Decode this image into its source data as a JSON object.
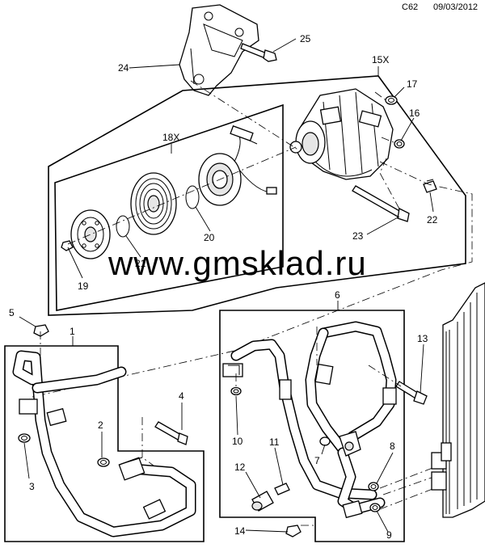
{
  "header": {
    "code": "C62",
    "date": "09/03/2012"
  },
  "watermark": "www.gmsklad.ru",
  "assemblies": {
    "compressor": "15X",
    "clutch": "18X"
  },
  "callouts": [
    "1",
    "2",
    "3",
    "4",
    "5",
    "6",
    "7",
    "8",
    "9",
    "10",
    "11",
    "12",
    "13",
    "14",
    "17",
    "16",
    "19",
    "20",
    "21",
    "22",
    "23",
    "24",
    "25"
  ]
}
